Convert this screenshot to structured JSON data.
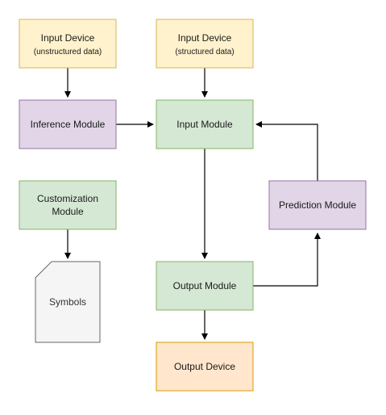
{
  "colors": {
    "yellow_fill": "#fff2cc",
    "yellow_stroke": "#d6b656",
    "purple_fill": "#e1d5e7",
    "purple_stroke": "#9673a6",
    "green_fill": "#d5e8d4",
    "green_stroke": "#82b366",
    "orange_fill": "#ffe6cc",
    "orange_stroke": "#d79b00",
    "gray_fill": "#f5f5f5",
    "gray_stroke": "#666666",
    "edge": "#000000"
  },
  "nodes": {
    "input_unstructured": {
      "title": "Input Device",
      "subtitle": "(unstructured data)"
    },
    "input_structured": {
      "title": "Input Device",
      "subtitle": "(structured data)"
    },
    "inference": {
      "label": "Inference Module"
    },
    "input_module": {
      "label": "Input Module"
    },
    "customization": {
      "line1": "Customization",
      "line2": "Module"
    },
    "symbols": {
      "label": "Symbols"
    },
    "prediction": {
      "label": "Prediction Module"
    },
    "output_module": {
      "label": "Output Module"
    },
    "output_device": {
      "label": "Output Device"
    }
  },
  "edges": [
    {
      "from": "Input Device (unstructured data)",
      "to": "Inference Module"
    },
    {
      "from": "Input Device (structured data)",
      "to": "Input Module"
    },
    {
      "from": "Inference Module",
      "to": "Input Module"
    },
    {
      "from": "Input Module",
      "to": "Output Module"
    },
    {
      "from": "Customization Module",
      "to": "Symbols"
    },
    {
      "from": "Output Module",
      "to": "Prediction Module"
    },
    {
      "from": "Prediction Module",
      "to": "Input Module"
    },
    {
      "from": "Output Module",
      "to": "Output Device"
    }
  ]
}
